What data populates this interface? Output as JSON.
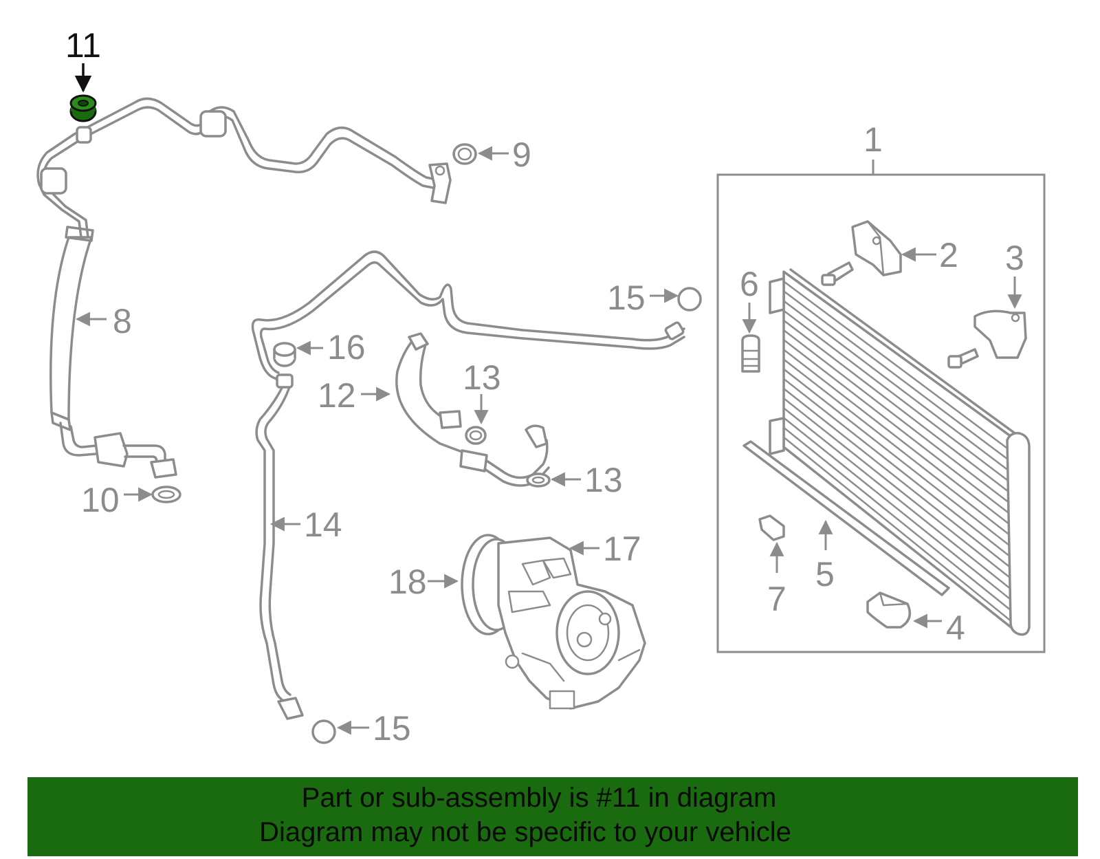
{
  "diagram": {
    "highlight_color": "#1a6b0f",
    "line_color": "#8c8c8c",
    "callouts": {
      "c1": "1",
      "c2": "2",
      "c3": "3",
      "c4": "4",
      "c5": "5",
      "c6": "6",
      "c7": "7",
      "c8": "8",
      "c9": "9",
      "c10": "10",
      "c11": "11",
      "c12": "12",
      "c13a": "13",
      "c13b": "13",
      "c14": "14",
      "c15a": "15",
      "c15b": "15",
      "c16": "16",
      "c17": "17",
      "c18": "18"
    }
  },
  "banner": {
    "line1": "Part or sub-assembly is #11 in diagram",
    "line2": "Diagram may not be specific to your vehicle",
    "background": "#1a6b0f"
  }
}
